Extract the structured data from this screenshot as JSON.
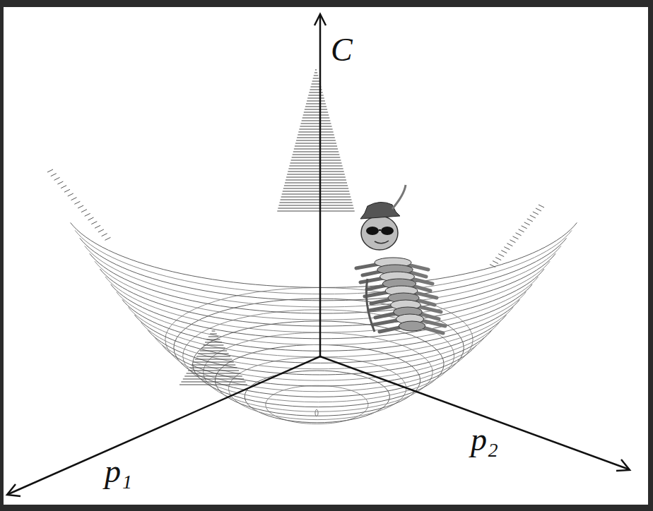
{
  "diagram": {
    "labels": [
      "C",
      "p₁",
      "p₂"
    ]
  }
}
